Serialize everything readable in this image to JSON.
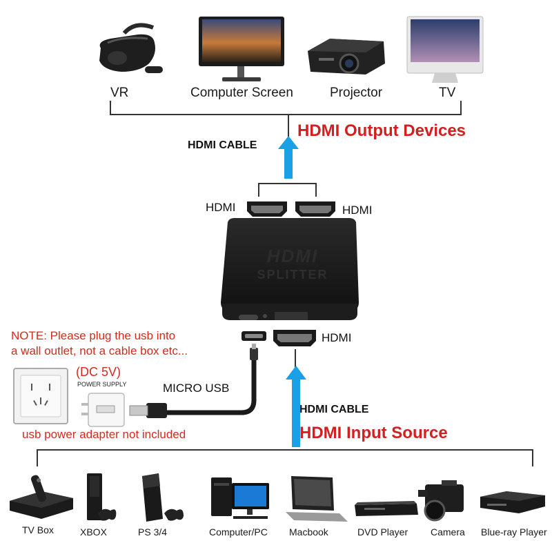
{
  "output_devices": [
    {
      "label": "VR",
      "icon": "vr-headset-icon"
    },
    {
      "label": "Computer Screen",
      "icon": "monitor-icon"
    },
    {
      "label": "Projector",
      "icon": "projector-icon"
    },
    {
      "label": "TV",
      "icon": "imac-tv-icon"
    }
  ],
  "output_title": "HDMI Output Devices",
  "output_cable": "HDMI CABLE",
  "splitter": {
    "out_port_left": "HDMI",
    "out_port_right": "HDMI",
    "brand": "HDMI",
    "name": "SPLITTER",
    "in_port": "HDMI"
  },
  "note": {
    "line1": "NOTE: Please plug the usb into",
    "line2": "a wall outlet, not a cable box etc..."
  },
  "power": {
    "voltage": "(DC 5V)",
    "supply": "POWER SUPPLY",
    "micro_usb": "MICRO USB",
    "adapter_note": "usb power adapter not included"
  },
  "input_cable": "HDMI CABLE",
  "input_title": "HDMI Input Source",
  "input_devices": [
    {
      "label": "TV Box",
      "icon": "tv-box-icon"
    },
    {
      "label": "XBOX",
      "icon": "xbox-icon"
    },
    {
      "label": "PS 3/4",
      "icon": "playstation-icon"
    },
    {
      "label": "Computer/PC",
      "icon": "desktop-pc-icon"
    },
    {
      "label": "Macbook",
      "icon": "laptop-icon"
    },
    {
      "label": "DVD Player",
      "icon": "dvd-player-icon"
    },
    {
      "label": "Camera",
      "icon": "video-camera-icon"
    },
    {
      "label": "Blue-ray Player",
      "icon": "blu-ray-player-icon"
    }
  ],
  "colors": {
    "accent_red": "#d21f1f",
    "arrow_blue": "#1aa0e6",
    "device_black": "#1b1b1b"
  }
}
